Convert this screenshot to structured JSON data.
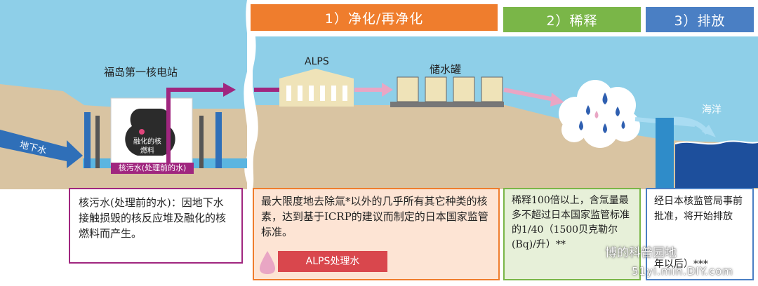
{
  "headers": {
    "purify": "1）净化/再净化",
    "dilute": "2）稀释",
    "discharge": "3）排放"
  },
  "labels": {
    "plant": "福岛第一核电站",
    "alps": "ALPS",
    "tanks": "储水罐",
    "ocean": "海洋",
    "groundwater": "地下水",
    "melted_fuel": "融化的核燃料",
    "contaminated_water_bar": "核污水(处理前的水)"
  },
  "notes": {
    "note1": "核污水(处理前的水)：因地下水接触损毁的核反应堆及融化的核燃料而产生。",
    "note2": "最大限度地去除氚*以外的几乎所有其它种类的核素，达到基于ICRP的建议而制定的日本国家监管标准。",
    "alps_water": "ALPS处理水",
    "note3": "稀释100倍以上，含氚量最多不超过日本国家监管标准的1/40（1500贝克勒尔(Bq)/升）**",
    "note4": "经日本核监管局事前批准，将开始排放",
    "note4_tail": "年以后）***"
  },
  "watermark": {
    "line1": "博的科普园地",
    "line2": "51yi.min.DIY.com"
  },
  "colors": {
    "sky": "#8ecfe8",
    "ground": "#d9c4a2",
    "river": "#2f6fb8",
    "orange": "#ef7d2d",
    "green": "#7ab648",
    "blue": "#4a7fc4",
    "magenta": "#a0267f",
    "red": "#d9474d"
  }
}
